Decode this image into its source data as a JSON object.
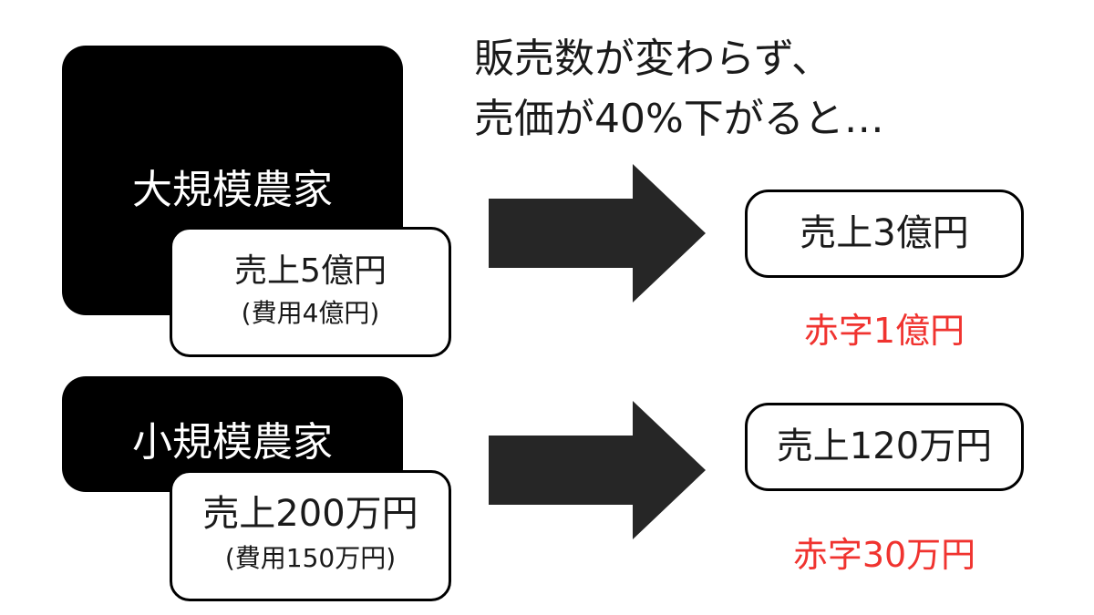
{
  "headline": {
    "line1": "販売数が変わらず、",
    "line2": "売価が40%下がると…"
  },
  "large_farm": {
    "label": "大規模農家",
    "sales": "売上5億円",
    "cost": "(費用4億円)",
    "result_sales": "売上3億円",
    "result_deficit": "赤字1億円"
  },
  "small_farm": {
    "label": "小規模農家",
    "sales": "売上200万円",
    "cost": "(費用150万円)",
    "result_sales": "売上120万円",
    "result_deficit": "赤字30万円"
  },
  "colors": {
    "box_fill": "#000000",
    "arrow_fill": "#262626",
    "deficit_text": "#f0332f"
  },
  "icons": {
    "arrow": "right-arrow-icon"
  }
}
